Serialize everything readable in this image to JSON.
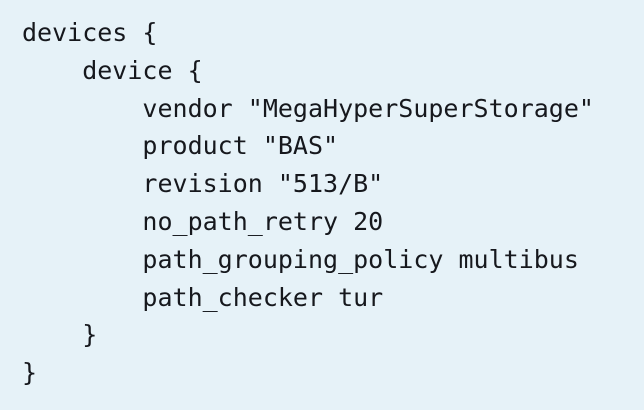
{
  "code_block": {
    "lines": [
      "devices {",
      "    device {",
      "        vendor \"MegaHyperSuperStorage\"",
      "        product \"BAS\"",
      "        revision \"513/B\"",
      "        no_path_retry 20",
      "        path_grouping_policy multibus",
      "        path_checker tur",
      "    }",
      "}"
    ],
    "colors": {
      "background": "#e6f2f8",
      "text": "#16181d"
    }
  }
}
